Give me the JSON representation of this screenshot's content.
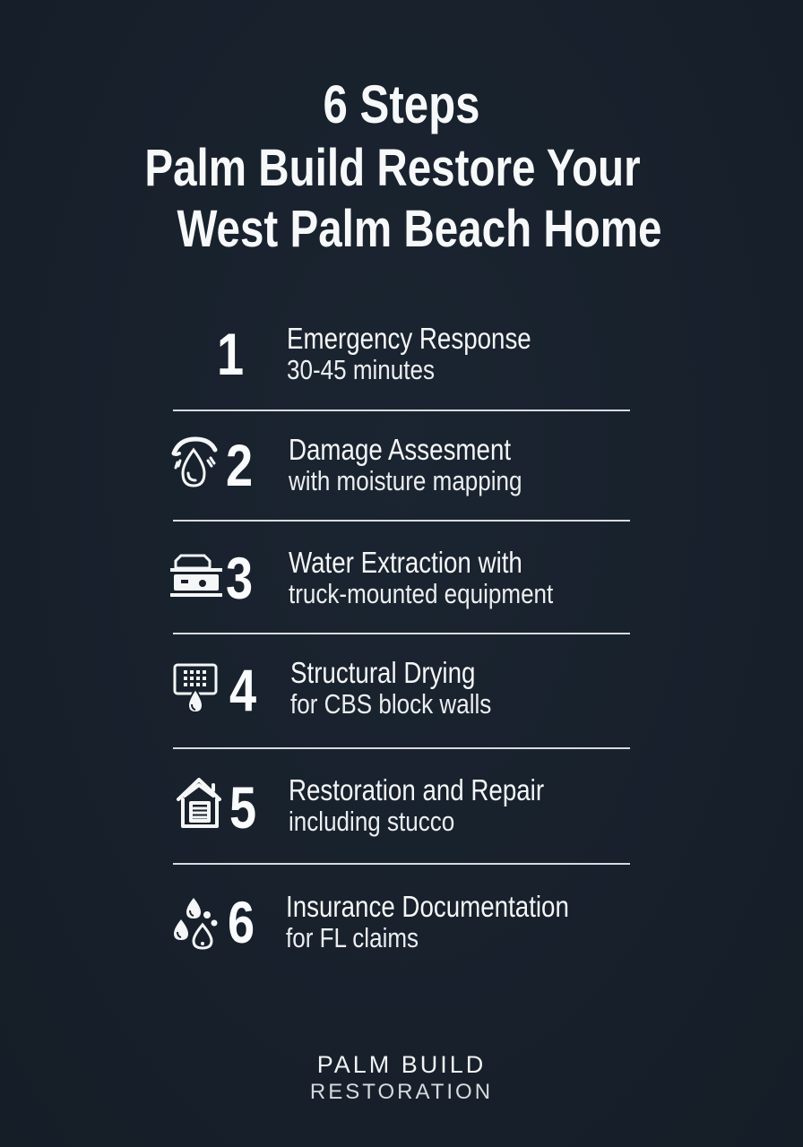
{
  "title": {
    "line1": "6 Steps",
    "line2": "Palm Build Restore Your",
    "line3": "West Palm Beach Home"
  },
  "steps": [
    {
      "number": "1",
      "icon": "none",
      "heading": "Emergency Response",
      "subtext": "30-45 minutes"
    },
    {
      "number": "2",
      "icon": "water-drop-inspection-icon",
      "heading": "Damage Assesment",
      "subtext": "with moisture mapping"
    },
    {
      "number": "3",
      "icon": "extraction-machine-icon",
      "heading": "Water Extraction with",
      "subtext": "truck-mounted equipment"
    },
    {
      "number": "4",
      "icon": "wall-drying-icon",
      "heading": "Structural Drying",
      "subtext": "for CBS block walls"
    },
    {
      "number": "5",
      "icon": "house-icon",
      "heading": "Restoration and Repair",
      "subtext": "including stucco"
    },
    {
      "number": "6",
      "icon": "water-drops-icon",
      "heading": "Insurance Documentation",
      "subtext": "for FL claims"
    }
  ],
  "brand": {
    "line1": "PALM BUILD",
    "line2": "RESTORATION"
  },
  "colors": {
    "background": "#17202b",
    "text": "#f5f6f7",
    "divider": "#d8dbde"
  }
}
